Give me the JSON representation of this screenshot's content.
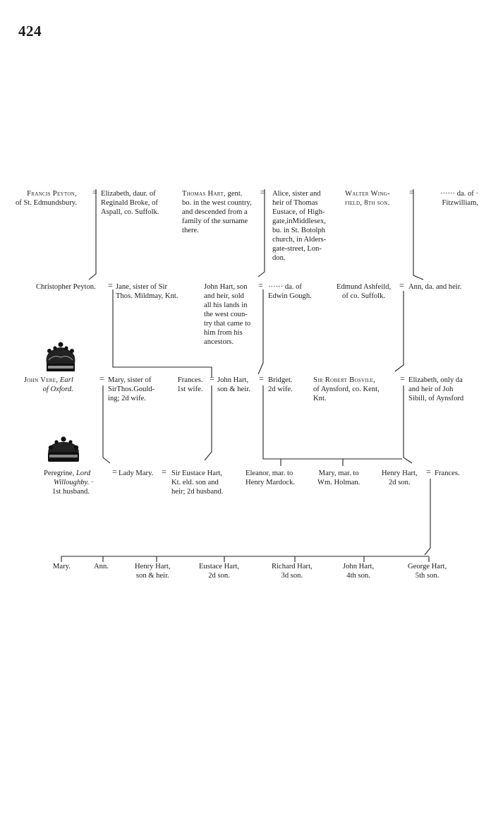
{
  "page_number": "424",
  "gen1": {
    "francis_name": "Francis Peyton,",
    "francis_place": "of St. Edmundsbury.",
    "elizabeth_broke": [
      "Elizabeth, daur. of",
      "Reginald Broke, of",
      "Aspall, co. Suffolk."
    ],
    "thomas_hart_name": "Thomas Hart,",
    "thomas_hart": [
      " gent.",
      "bo. in the west country,",
      "and descended from a",
      "family of the surname",
      "there."
    ],
    "alice": [
      "Alice, sister and",
      "heir of Thomas",
      "Eustace, of High-",
      "gate,inMiddlesex,",
      "bu. in St. Botolph",
      "church, in Alders-",
      "gate-street, Lon-",
      "don."
    ],
    "walter_name": "Walter Wing-",
    "walter_rest": "field, 8th son.",
    "fitzwilliam": [
      "······ da. of ·",
      "Fitzwilliam,"
    ]
  },
  "gen2": {
    "christopher": "Christopher Peyton.",
    "jane": [
      "Jane, sister of Sir",
      "Thos. Mildmay, Knt."
    ],
    "john_hart_son": [
      "John Hart, son",
      "and heir, sold",
      "all his lands in",
      "the west coun-",
      "try that came to",
      "him from his",
      "ancestors."
    ],
    "gough": [
      "······ da. of",
      "Edwin Gough."
    ],
    "edmund": [
      "Edmund Ashfeild,",
      "of co. Suffolk."
    ],
    "ann": "Ann, da. and heir."
  },
  "gen3": {
    "john_vere_name": "John Vere,",
    "john_vere_title": "Earl",
    "john_vere_place": "of Oxford.",
    "mary_goulding": [
      "Mary, sister of",
      "SirThos.Gould-",
      "ing; 2d wife."
    ],
    "frances_first": [
      "Frances.",
      "1st wife."
    ],
    "john_hart_heir": [
      "John Hart,",
      "son & heir."
    ],
    "bridget": [
      "Bridget.",
      "2d wife."
    ],
    "bosvile_name": "Sir Robert Bosvile,",
    "bosvile_rest": [
      "of Aynsford, co. Kent,",
      "Knt."
    ],
    "elizabeth_sibill": [
      "Elizabeth, only da",
      "and heir of Joh",
      "Sibill, of Aynsford"
    ]
  },
  "gen4": {
    "peregrine": [
      "Peregrine,",
      "Lord",
      "Willoughby.",
      "1st husband."
    ],
    "lady_mary": "Lady Mary.",
    "sir_eustace": [
      "Sir Eustace Hart,",
      "Kt. eld. son and",
      "heir; 2d husband."
    ],
    "eleanor": [
      "Eleanor, mar. to",
      "Henry Mardock."
    ],
    "mary_holman": [
      "Mary, mar. to",
      "Wm. Holman."
    ],
    "henry_hart": [
      "Henry Hart,",
      "2d son."
    ],
    "frances": "Frances."
  },
  "gen5": [
    {
      "name": "Mary.",
      "note": ""
    },
    {
      "name": "Ann.",
      "note": ""
    },
    {
      "name": "Henry Hart,",
      "note": "son & heir."
    },
    {
      "name": "Eustace Hart,",
      "note": "2d son."
    },
    {
      "name": "Richard Hart,",
      "note": "3d son."
    },
    {
      "name": "John Hart,",
      "note": "4th son."
    },
    {
      "name": "George Hart,",
      "note": "5th son."
    }
  ],
  "marriage_sign": "=",
  "icons": {
    "earl_crown": "earl-coronet-icon",
    "baron_crown": "baron-coronet-icon"
  }
}
